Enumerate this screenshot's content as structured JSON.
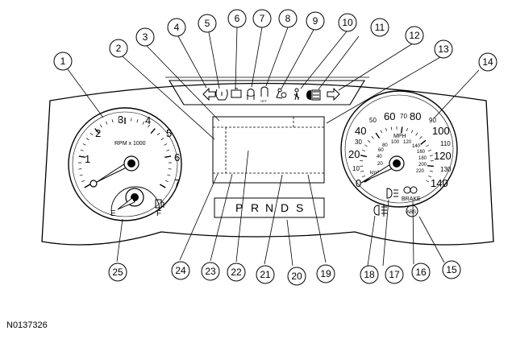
{
  "figure_id": "N0137326",
  "tachometer": {
    "scale": [
      "1",
      "2",
      "3",
      "4",
      "5",
      "6",
      "7"
    ],
    "unit": "RPM x 1000"
  },
  "fuel_gauge": {
    "empty": "E",
    "full": "F"
  },
  "speedometer": {
    "mph_scale": [
      "0",
      "10",
      "20",
      "30",
      "40",
      "50",
      "60",
      "70",
      "80",
      "90",
      "100",
      "110",
      "120",
      "130",
      "140"
    ],
    "mph_label": "MPH",
    "kmh_label": "km/h",
    "kmh_scale": [
      "20",
      "40",
      "60",
      "80",
      "100",
      "120",
      "140",
      "160",
      "180",
      "200",
      "220"
    ]
  },
  "gear_selector": [
    "P",
    "R",
    "N",
    "D",
    "S"
  ],
  "brake_label": "BRAKE",
  "abs_label": "ABS",
  "indicators_text": {
    "off": "OFF"
  },
  "callouts": [
    "1",
    "2",
    "3",
    "4",
    "5",
    "6",
    "7",
    "8",
    "9",
    "10",
    "11",
    "12",
    "13",
    "14",
    "15",
    "16",
    "17",
    "18",
    "19",
    "20",
    "21",
    "22",
    "23",
    "24",
    "25"
  ]
}
